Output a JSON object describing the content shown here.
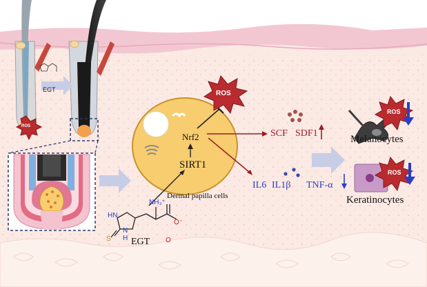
{
  "labels": {
    "egt_arrow": "EGT",
    "ros_left": "ROS",
    "ros_center": "ROS",
    "nrf2": "Nrf2",
    "sirt1": "SIRT1",
    "dermal_papilla": "Dermal papilla cells",
    "egt_molecule": "EGT",
    "scf": "SCF",
    "sdf1": "SDF1",
    "il6": "IL6",
    "il1b": "IL1β",
    "tnfa": "TNF-α",
    "melanocytes": "Melanocytes",
    "keratinocytes": "Keratinocytes",
    "ros_melanocytes": "ROS",
    "ros_keratinocytes": "ROS"
  },
  "molecule_atoms": {
    "hn": "HN",
    "n": "N",
    "h": "H",
    "s": "S",
    "nh3": "NH₃⁺",
    "o_minus": "O⁻",
    "o": "O"
  },
  "colors": {
    "skin_base": "#fbe9e4",
    "epidermis": "#f3c7d2",
    "cell_fill": "#f8cd6f",
    "ros_red": "#b92b2e",
    "inhibit_dark": "#222222",
    "promote_red": "#9b1c24",
    "down_blue": "#2a3ec6",
    "panel_arrow": "#c8cde6"
  }
}
